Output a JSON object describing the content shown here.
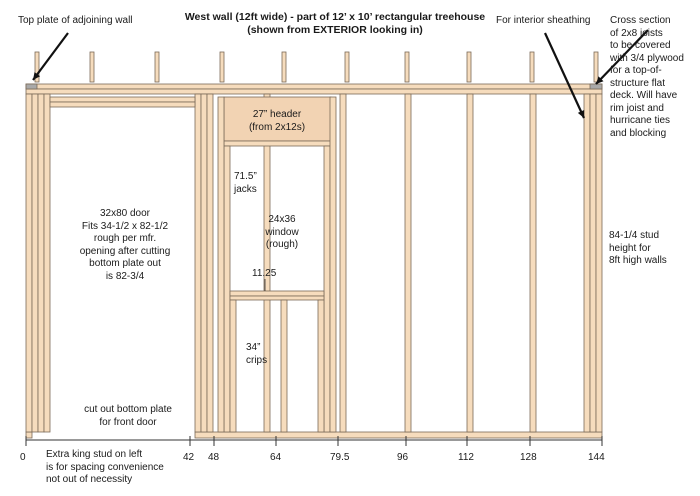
{
  "title": {
    "line1": "West wall (12ft wide) - part of 12’ x 10’ rectangular treehouse",
    "line2": "(shown from EXTERIOR looking in)"
  },
  "callouts": {
    "top_plate": "Top plate of adjoining wall",
    "sheathing": "For interior sheathing",
    "cross_section": [
      "Cross section",
      "of 2x8 joists",
      "to be covered",
      "with 3/4 plywood",
      "for a top-of-",
      "structure flat",
      "deck. Will have",
      "rim joist and",
      "hurricane ties",
      "and blocking"
    ]
  },
  "header_label": [
    "27” header",
    "(from 2x12s)"
  ],
  "door_note": [
    "32x80 door",
    "Fits 34-1/2 x 82-1/2",
    "rough per mfr.",
    "opening after cutting",
    "bottom plate out",
    "is 82-3/4"
  ],
  "jacks_label": [
    "71.5”",
    "jacks"
  ],
  "window_label": [
    "24x36",
    "window",
    "(rough)"
  ],
  "sill_dim": "11.25",
  "crips_label": [
    "34”",
    "crips"
  ],
  "bottom_plate_note": [
    "cut out bottom plate",
    "for front door"
  ],
  "stud_height_note": [
    "84-1/4 stud",
    "height for",
    "8ft high walls"
  ],
  "king_stud_note": [
    "Extra king stud on left",
    "is for spacing convenience",
    "not out of necessity"
  ],
  "axis_ticks": [
    "0",
    "42",
    "48",
    "64",
    "79.5",
    "96",
    "112",
    "128",
    "144"
  ],
  "colors": {
    "lumber": "#f6dcbd",
    "lumber_edge": "#7a6a58",
    "header": "#f2d3b3",
    "joist_cap": "#a9a9a9",
    "axis": "#333333"
  }
}
